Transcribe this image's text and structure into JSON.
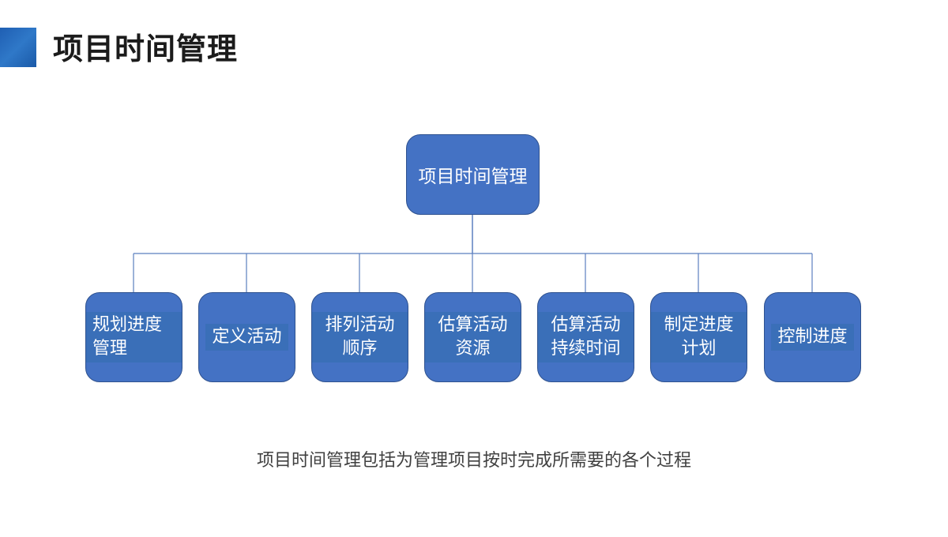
{
  "title": "项目时间管理",
  "diagram": {
    "root": "项目时间管理",
    "children": [
      "规划进度管理",
      "定义活动",
      "排列活动顺序",
      "估算活动资源",
      "估算活动持续时间",
      "制定进度计划",
      "控制进度"
    ]
  },
  "caption": "项目时间管理包括为管理项目按时完成所需要的各个过程",
  "colors": {
    "accent": "#2f78c8",
    "node_fill": "#4472c4",
    "node_border": "#2f528f",
    "connector": "#5b7fbf"
  }
}
